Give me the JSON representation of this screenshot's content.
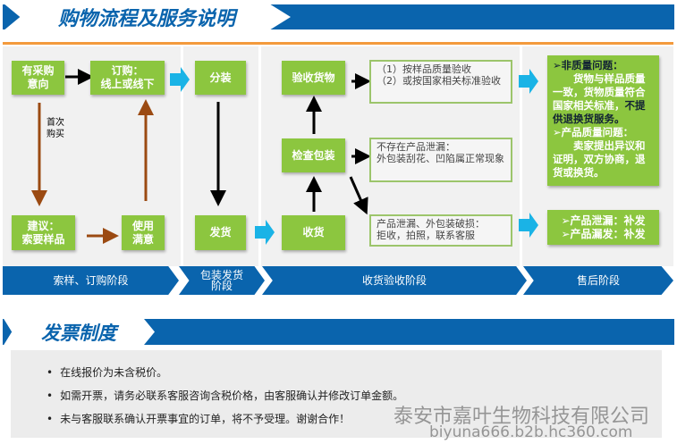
{
  "header": {
    "title": "购物流程及服务说明"
  },
  "flow": {
    "intent": "有采购意向",
    "order": "订购：\n线上或线下",
    "first_buy": "首次\n购买",
    "sample": "建议：\n索要样品",
    "satisfied": "使用\n满意",
    "pack": "分装",
    "ship": "发货",
    "inspect_goods": "验收货物",
    "check_pack": "检查包装",
    "receive": "收货",
    "note1": "（1）按样品质量验收\n（2）或按国家相关标准验收",
    "note2": "不存在产品泄漏：\n外包装刮花、凹陷属正常现象",
    "note3": "产品泄漏、外包装破损：\n拒收，拍照，联系客服",
    "after1_h1": "➢非质量问题：",
    "after1_t1": "货物与样品质量一致，货物质量符合国家相关标准，",
    "after1_t1b": "不提供退换货服务。",
    "after1_h2": "➢产品质量问题：",
    "after1_t2": "卖家提出异议和证明，双方协商，退货或换货。",
    "after2_l1": "➢产品泄漏：补发",
    "after2_l2": "➢产品漏发：补发"
  },
  "stages": [
    "索样、订购阶段",
    "包装发货\n阶段",
    "收货验收阶段",
    "售后阶段"
  ],
  "invoice": {
    "title": "发票制度",
    "items": [
      "在线报价为未含税价。",
      "如需开票，请务必联系客服咨询含税价格，由客服确认并修改订单金额。",
      "未与客服联系确认开票事宜的订单，将不予受理。谢谢合作！"
    ]
  },
  "watermark": {
    "company": "泰安市嘉叶生物科技有限公司",
    "url": "biyuna666.b2b.hc360.com"
  },
  "colors": {
    "blue": "#0a64ad",
    "green": "#8cc63f",
    "cyan": "#1ab3e6",
    "brown": "#9b4a12",
    "orange": "#f39a3c"
  }
}
